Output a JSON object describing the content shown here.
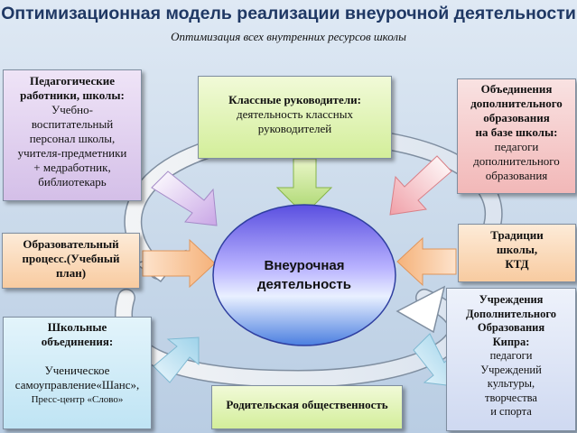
{
  "title": "Оптимизационная модель  реализации внеурочной деятельности",
  "subtitle": "Оптимизация всех внутренних ресурсов школы",
  "center": {
    "line1": "Внеурочная",
    "line2": "деятельность"
  },
  "boxes": {
    "pedagogical": {
      "heading1": "Педагогические",
      "heading2": "работники, школы:",
      "lines": [
        "Учебно-",
        "воспитательный",
        "персонал школы,",
        "учителя-предметники",
        "+  медработник,",
        "библиотекарь"
      ]
    },
    "class_teachers": {
      "heading": "Классные руководители:",
      "lines": [
        "деятельность классных",
        "руководителей"
      ]
    },
    "associations": {
      "headings": [
        "Объединения",
        "дополнительного",
        "образования",
        "на базе школы:"
      ],
      "lines": [
        "педагоги",
        "дополнительного",
        "образования"
      ]
    },
    "educational": {
      "headings": [
        "Образовательный",
        "процесс.(Учебный",
        "план)"
      ]
    },
    "traditions": {
      "headings": [
        "Традиции",
        "школы,",
        "КТД"
      ]
    },
    "school_unions": {
      "headings": [
        "Школьные",
        "объединения:"
      ],
      "lines": [
        "Ученическое",
        "самоуправление«Шанс»,",
        "Пресс-центр «Слово»"
      ]
    },
    "parents": {
      "heading": "Родительская общественность"
    },
    "institutions": {
      "headings": [
        "Учреждения",
        "Дополнительного",
        "Образования",
        "Кипра:"
      ],
      "lines": [
        "педагоги",
        "Учреждений",
        "культуры,",
        "творчества",
        "и спорта"
      ]
    }
  },
  "colors": {
    "title": "#1f3864",
    "arrow_purple": "#c9a6e6",
    "arrow_green": "#a9d66b",
    "arrow_pink": "#f0a0a8",
    "arrow_orange": "#f5b27a",
    "arrow_blue": "#9fd3ea"
  }
}
